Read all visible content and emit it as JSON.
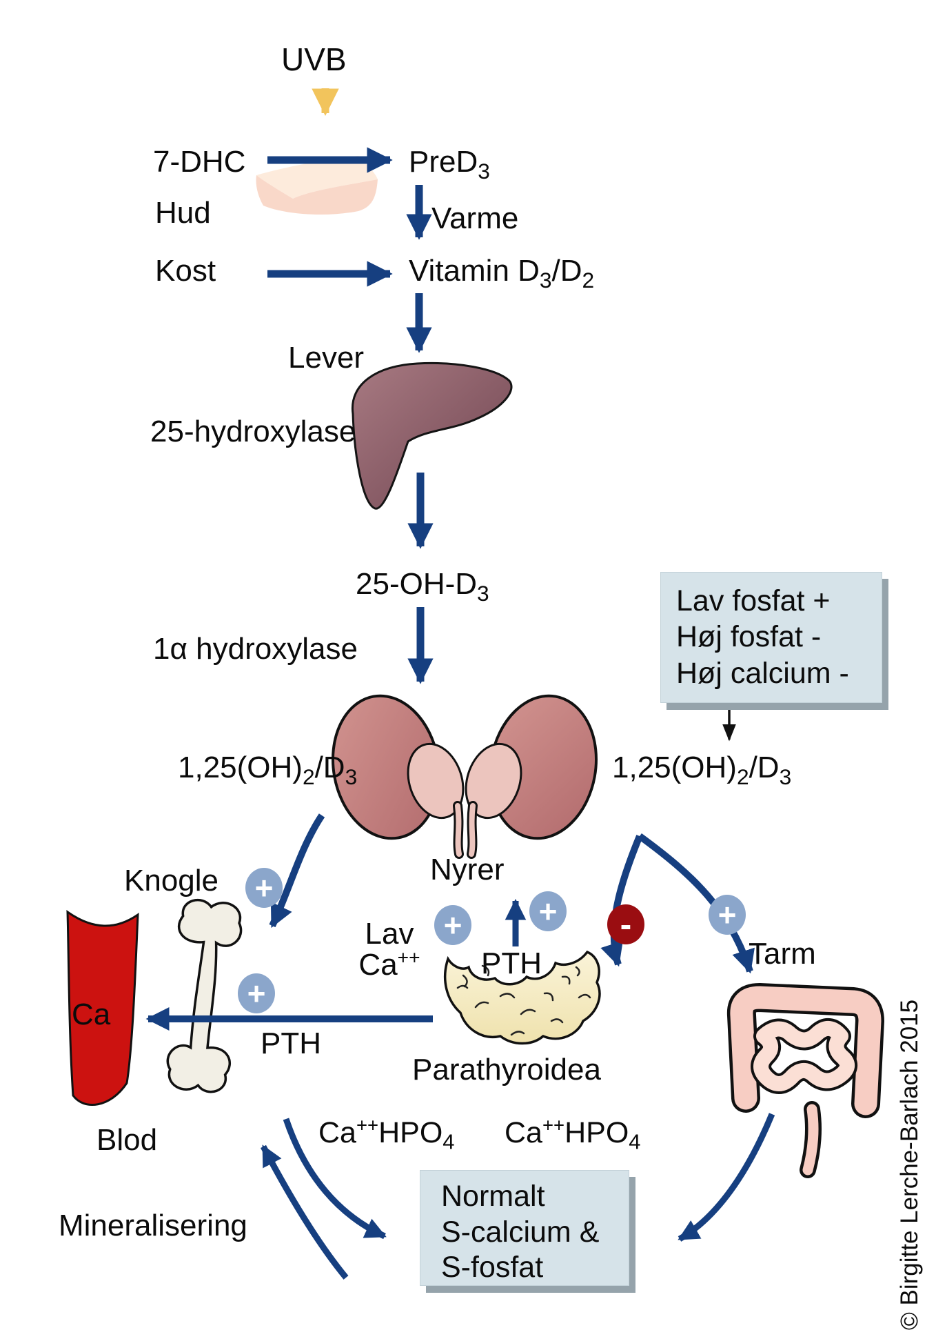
{
  "labels": {
    "uvb": "UVB",
    "dhc": "7-DHC",
    "pred3": {
      "base": "PreD",
      "sub": "3"
    },
    "hud": "Hud",
    "varme": "Varme",
    "kost": "Kost",
    "vitamin": {
      "p1": "Vitamin D",
      "s1": "3",
      "p2": "/D",
      "s2": "2"
    },
    "lever": "Lever",
    "hydroxylase25": "25-hydroxylase",
    "ohd3": {
      "base": "25-OH-D",
      "sub": "3"
    },
    "alpha_hydroxylase": "1α hydroxylase",
    "d125_left": {
      "p1": "1,25(OH)",
      "s1": "2",
      "p2": "/D",
      "s2": "3"
    },
    "d125_right": {
      "p1": "1,25(OH)",
      "s1": "2",
      "p2": "/D",
      "s2": "3"
    },
    "nyrer": "Nyrer",
    "knogle": "Knogle",
    "lav": "Lav",
    "ca_pp": {
      "base": "Ca",
      "sup": "++"
    },
    "pth_gland": "PTH",
    "pth_arrow": "PTH",
    "parathyroidea": "Parathyroidea",
    "tarm": "Tarm",
    "ca": "Ca",
    "blod": "Blod",
    "mineralisering": "Mineralisering",
    "cahpo4_left": {
      "b1": "Ca",
      "s1": "++",
      "b2": "HPO",
      "s2": "4"
    },
    "cahpo4_right": {
      "b1": "Ca",
      "s1": "++",
      "b2": "HPO",
      "s2": "4"
    },
    "infobox": {
      "line1": "Lav fosfat +",
      "line2": "Høj fosfat -",
      "line3": "Høj calcium -"
    },
    "normbox": {
      "line1": "Normalt",
      "line2": "S-calcium &",
      "line3": "S-fosfat"
    },
    "copyright": "© Birgitte Lerche-Barlach 2015"
  },
  "badges": {
    "plus": "+",
    "minus": "-"
  },
  "colors": {
    "arrow_blue": "#163f80",
    "uvb_yellow": "#f2c45c",
    "badge_plus_bg": "#8ba6cb",
    "badge_minus_bg": "#9a0d11",
    "info_box_bg": "#d6e3e9",
    "blood_red": "#cc1210"
  }
}
